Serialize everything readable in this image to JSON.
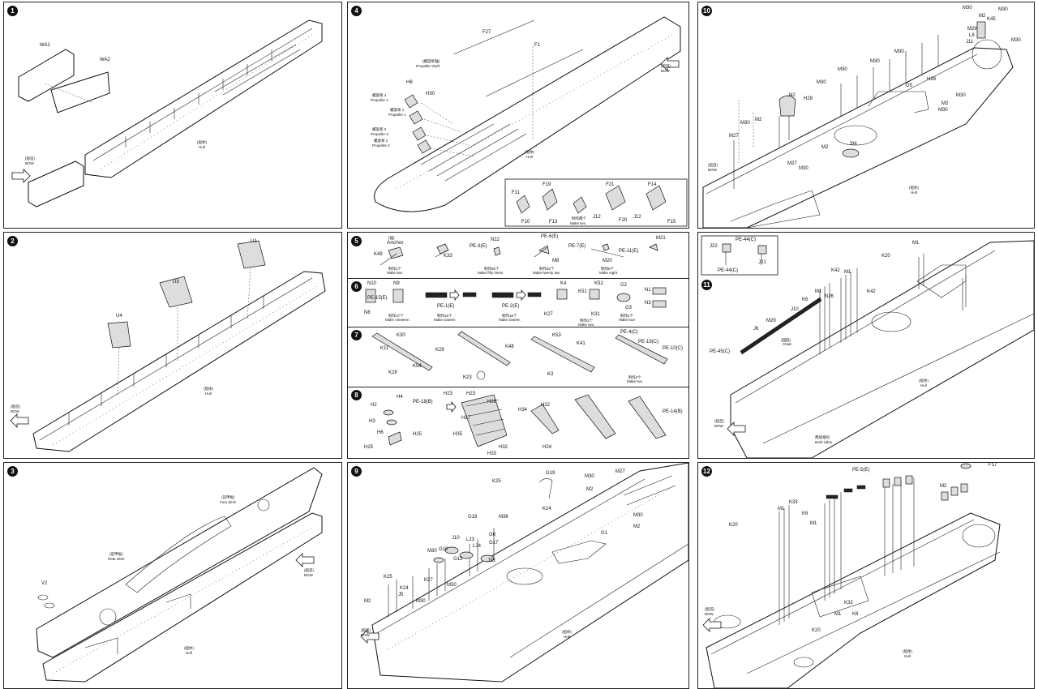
{
  "steps": {
    "s1": {
      "num": "1",
      "labels": {
        "wa1": "WA1",
        "wa2": "WA2",
        "hull_cn": "(船体)",
        "hull": "Hull",
        "bow_cn": "(船首)",
        "bow": "BOW"
      }
    },
    "s2": {
      "num": "2",
      "labels": {
        "u1": "U1",
        "u3": "U3",
        "u4": "U4",
        "hull_cn": "(船体)",
        "hull": "Hull",
        "bow_cn": "(船首)",
        "bow": "BOW"
      }
    },
    "s3": {
      "num": "3",
      "labels": {
        "fore_cn": "(前甲板)",
        "fore": "Fore deck",
        "rear_cn": "(后甲板)",
        "rear": "Rear deck",
        "v2": "V2",
        "hull_cn": "(船体)",
        "hull": "Hull",
        "bow_cn": "(船首)",
        "bow": "BOW"
      }
    },
    "s4": {
      "num": "4",
      "labels": {
        "f27": "F27",
        "f1": "F1",
        "shaft_cn": "(螺旋桨轴)",
        "shaft": "Propeller shaft",
        "h8": "H8",
        "h30": "H30",
        "p4_cn": "螺旋桨 4",
        "p4": "Propeller 4",
        "p1_cn": "螺旋桨 1",
        "p1": "Propeller 1",
        "p3_cn": "螺旋桨 3",
        "p3": "Propeller 3",
        "p2_cn": "螺旋桨 2",
        "p2": "Propeller 2",
        "hull_cn": "(船体)",
        "hull": "Hull",
        "bow_cn": "(船首)",
        "bow": "BOW",
        "f11": "F11",
        "f10": "F10",
        "f19": "F19",
        "f13": "F13",
        "make2_cn": "制作两个",
        "make2": "Make two",
        "f21": "F21",
        "j12a": "J12",
        "f20": "F20",
        "f14": "F14",
        "j12b": "J12",
        "f15": "F15"
      }
    },
    "s5": {
      "num": "5",
      "labels": {
        "anchor_cn": "(锚)",
        "anchor": "Anchor",
        "k49": "K49",
        "k33": "K33",
        "make2_cn": "制作2个",
        "make2": "Make two",
        "n12": "N12",
        "pe3": "PE-3(E)",
        "make50_cn": "制作50个",
        "make50": "Make fifty times",
        "pe6": "PE-6(E)",
        "m8": "M8",
        "make20_cn": "制作20个",
        "make20": "Make twenty two",
        "pe7": "PE-7(E)",
        "m20": "M20",
        "pe11": "PE-11(E)",
        "make8_cn": "制作8个",
        "make8": "Make eight",
        "m21": "M21"
      }
    },
    "s6": {
      "num": "6",
      "labels": {
        "n10": "N10",
        "n9": "N9",
        "pe15": "PE-15(E)",
        "n8": "N8",
        "make17_cn": "制作17个",
        "make17": "Make nineteen",
        "pe1": "PE-1(E)",
        "make16_cn": "制作16个",
        "make16": "Make sixteen",
        "pe2": "PE-2(E)",
        "make16b_cn": "制作16个",
        "make16b": "Make sixteen",
        "k4": "K4",
        "k27": "K27",
        "k51": "K51",
        "k52": "K52",
        "k31": "K31",
        "make2_cn": "制作2个",
        "make2": "Make two",
        "g2": "G2",
        "g3": "G3",
        "make4_cn": "制作4个",
        "make4": "Make four",
        "n1": "N1",
        "n3": "N3"
      }
    },
    "s7": {
      "num": "7",
      "labels": {
        "k30": "K30",
        "k11": "K11",
        "k29": "K29",
        "k28": "K28",
        "k54": "K54",
        "k23": "K23",
        "k48": "K48",
        "k53": "K53",
        "k41": "K41",
        "k3": "K3",
        "pe4": "PE-4(C)",
        "pe19": "PE-19(C)",
        "pe10": "PE-10(C)",
        "make2_cn": "制作2个",
        "make2": "Make two"
      }
    },
    "s8": {
      "num": "8",
      "labels": {
        "h2": "H2",
        "h4": "H4",
        "h3": "H3",
        "h6": "H6",
        "pe18": "PE-18(B)",
        "h23a": "H23",
        "h23b": "H23",
        "h27": "H27",
        "h26": "H26",
        "h34": "H34",
        "h35": "H35",
        "h32": "H32",
        "h33": "H33",
        "h22": "H22",
        "h24": "H24",
        "pe14": "PE-14(B)",
        "h25a": "H25",
        "h25b": "H25"
      }
    },
    "s9": {
      "num": "9",
      "labels": {
        "g19": "G19",
        "m27": "M27",
        "m30a": "M30",
        "k25": "K25",
        "m2a": "M2",
        "k24": "K24",
        "g18": "G18",
        "m36": "M36",
        "m30b": "M30",
        "m2b": "M2",
        "g1": "G1",
        "j10": "J10",
        "g6": "G6",
        "g17": "G17",
        "l23": "L23",
        "l24": "L24",
        "m30c": "M30",
        "g10": "G10",
        "g13": "G13",
        "j33": "J33",
        "k25b": "K25",
        "k24b": "K24",
        "j5": "J5",
        "m2c": "M2",
        "k27": "K27",
        "m30d": "M30",
        "m30e": "M30",
        "hull_cn": "(船体)",
        "hull": "Hull",
        "bow_cn": "(船首)",
        "bow": "BOW"
      }
    },
    "s10": {
      "num": "10",
      "labels": {
        "m30a": "M30",
        "m30b": "M30",
        "m2a": "M2",
        "k45": "K45",
        "m29": "M29",
        "l8": "L8",
        "j11": "J11",
        "m30c": "M30",
        "m30d": "M30",
        "m30e": "M30",
        "m30f": "M30",
        "j42": "J42",
        "h28a": "H28",
        "m30g": "M30",
        "g5": "G5",
        "h28b": "H28",
        "m30h": "M30",
        "m2b": "M2",
        "m30i": "M30",
        "m2c": "M2",
        "m27": "M27",
        "m2d": "M2",
        "j36": "J36",
        "m30j": "M30",
        "m27b": "M27",
        "m30k": "M30",
        "hull_cn": "(船体)",
        "hull": "Hull",
        "bow_cn": "(船首)",
        "bow": "BOW"
      }
    },
    "s11": {
      "num": "11",
      "labels": {
        "j22": "J22",
        "pe44a": "PE-44(C)",
        "pe44b": "PE-44(C)",
        "j21": "J21",
        "m1a": "M1",
        "k20": "K20",
        "k42a": "K42",
        "m1b": "M1",
        "m1c": "M1",
        "n26": "N26",
        "k6": "K6",
        "k42b": "K42",
        "j10": "J10",
        "m29": "M29",
        "j6": "J6",
        "chain_cn": "(锚链)",
        "chain": "Chain",
        "pe45": "PE-45(C)",
        "hull_cn": "(船体)",
        "hull": "Hull",
        "both_cn": "两舷相同",
        "both": "Both sides",
        "bow_cn": "(船首)",
        "bow": "BOW"
      }
    },
    "s12": {
      "num": "12",
      "labels": {
        "pe5": "PE-5(E)",
        "f17": "F17",
        "m2": "M2",
        "k33a": "K33",
        "m1a": "M1",
        "k6": "K6",
        "m1b": "M1",
        "k20a": "K20",
        "k33b": "K33",
        "m1c": "M1",
        "k8": "K8",
        "k20b": "K20",
        "hull_cn": "(船体)",
        "hull": "Hull",
        "bow_cn": "(船首)",
        "bow": "BOW"
      }
    }
  }
}
